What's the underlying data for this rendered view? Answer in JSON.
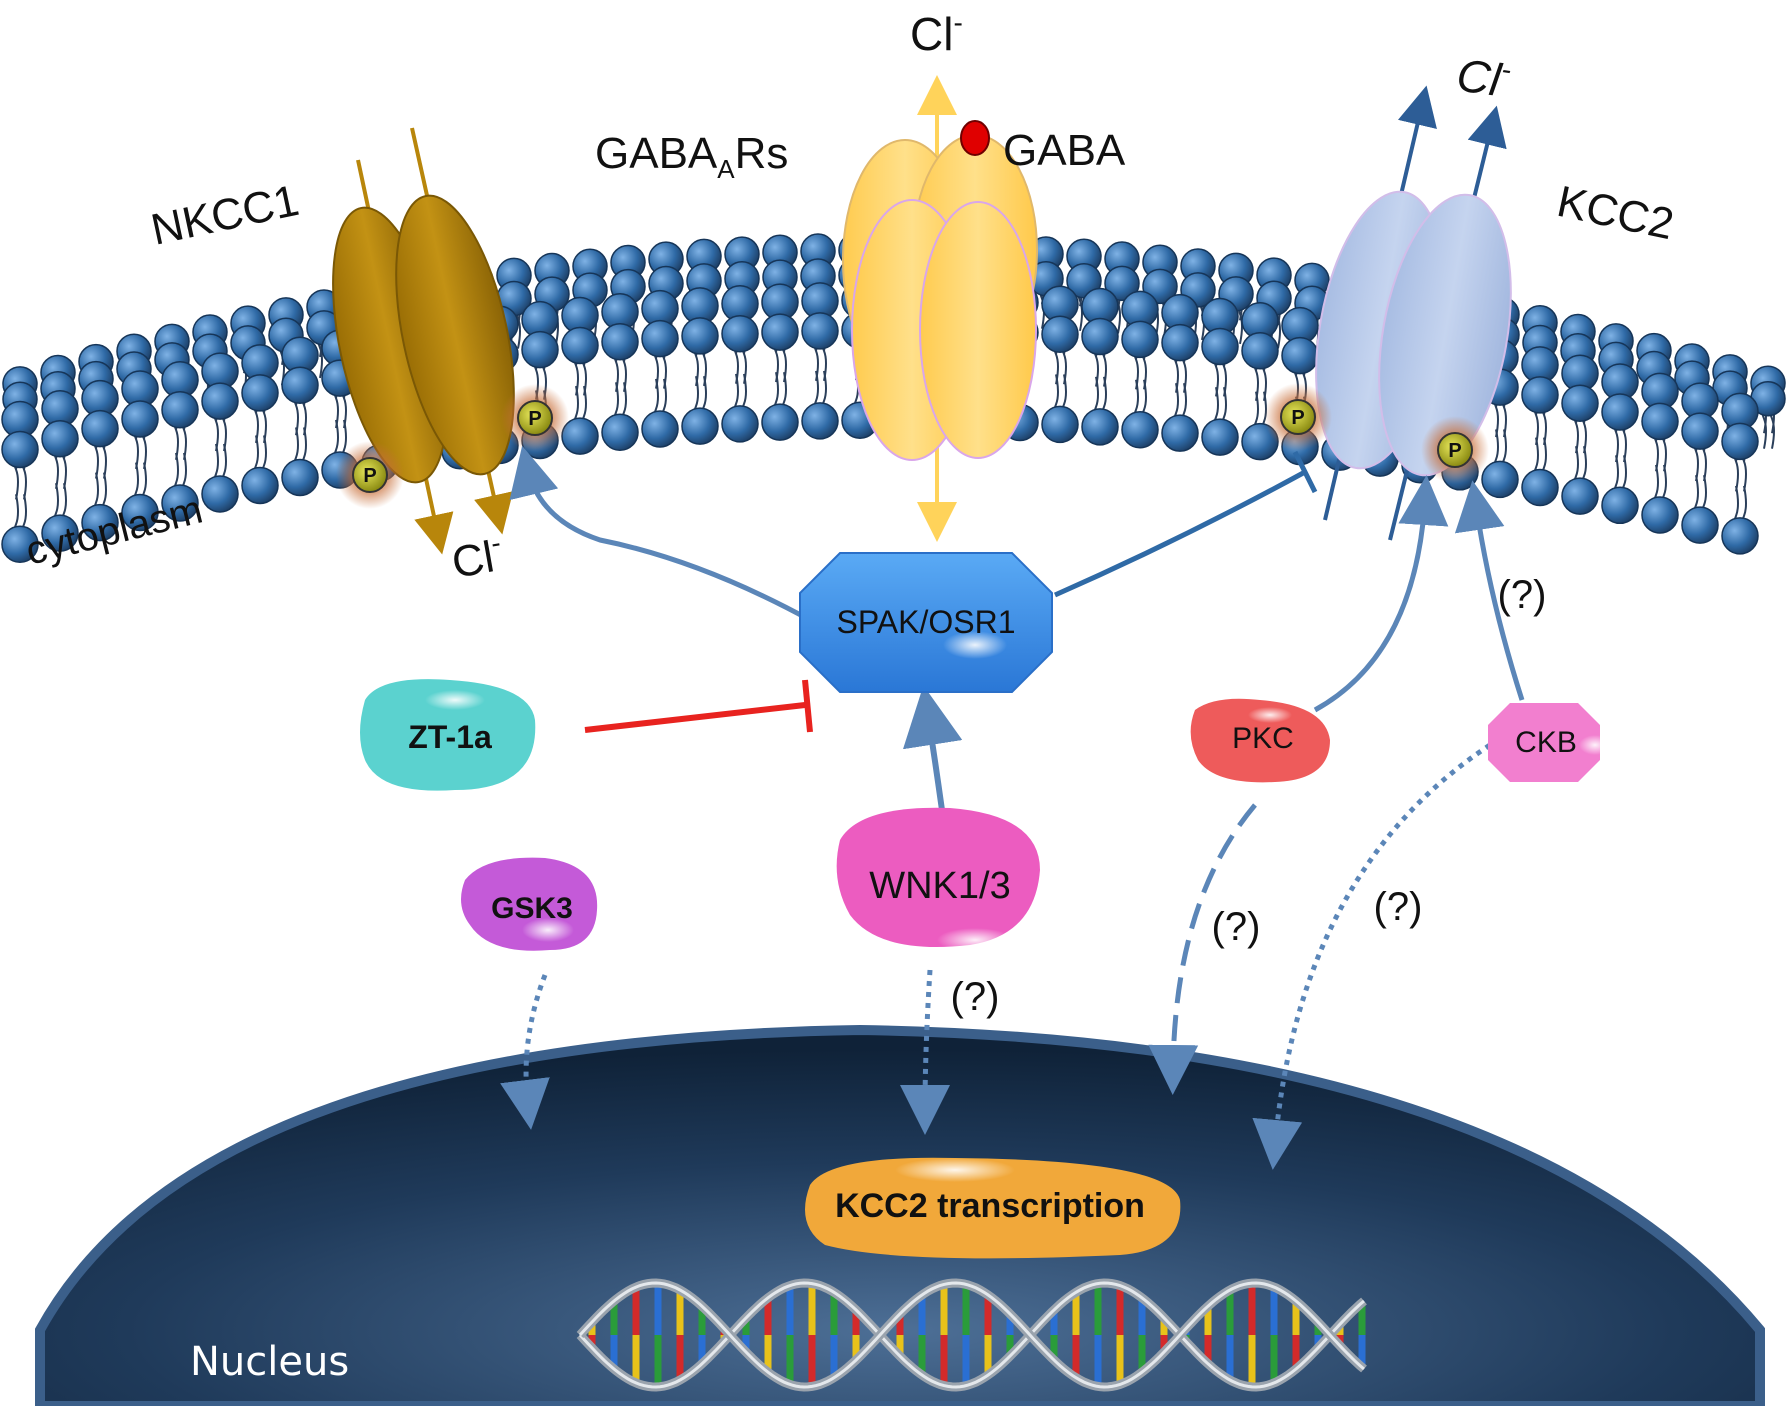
{
  "labels": {
    "nkcc1": "NKCC1",
    "gabaars_main": "GABA",
    "gabaars_sub": "A",
    "gabaars_tail": "Rs",
    "gaba": "GABA",
    "kcc2": "KCC2",
    "cl_top": "Cl",
    "cl_kcc2": "Cl",
    "cl_nkcc1": "Cl",
    "minus": "-",
    "cytoplasm": "cytoplasm",
    "spak": "SPAK/OSR1",
    "zt1a": "ZT-1a",
    "gsk3": "GSK3",
    "wnk": "WNK1/3",
    "pkc": "PKC",
    "ckb": "CKB",
    "unknown": "(?)",
    "kcc2_transcription": "KCC2 transcription",
    "nucleus": "Nucleus",
    "phospho": "P"
  },
  "colors": {
    "membrane_head": "#2f5f93",
    "nkcc1": "#b8860b",
    "gabaar": "#ffd566",
    "kcc2": "#b4c6e7",
    "spak": "#3d8fe8",
    "zt1a": "#4fd0cc",
    "gsk3": "#c45ad8",
    "wnk": "#ec5cc0",
    "pkc": "#ee5b5b",
    "ckb": "#f27fcf",
    "transcription": "#f1a83a",
    "nucleus": "#2b4768",
    "arrow": "#5b86b8",
    "inhibit_red": "#e8231f"
  }
}
